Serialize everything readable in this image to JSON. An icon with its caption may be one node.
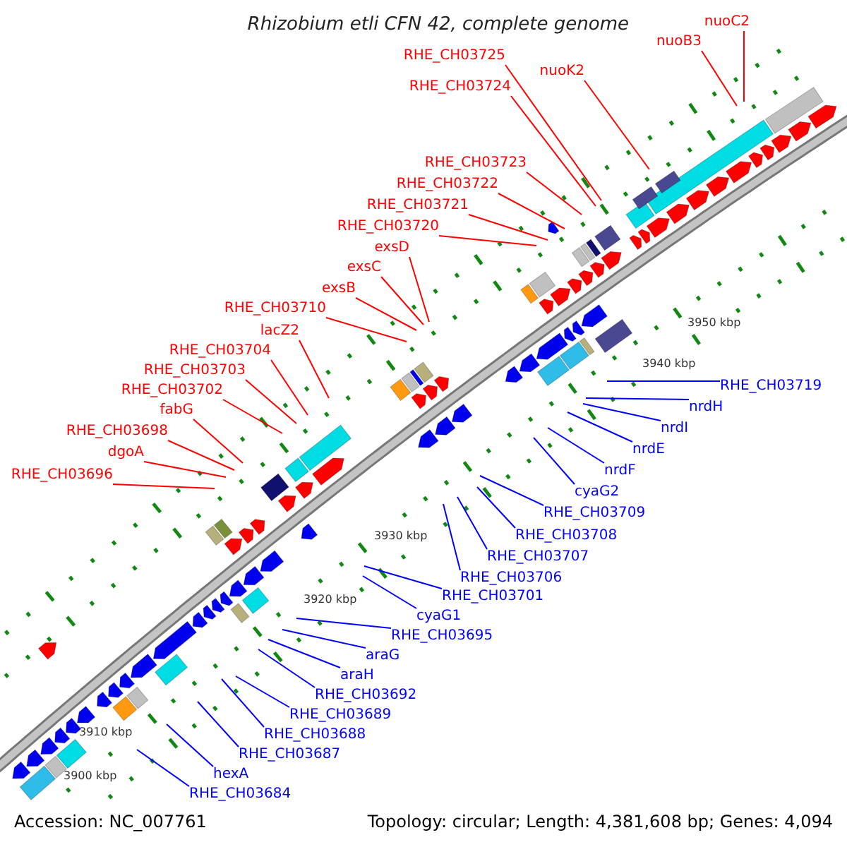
{
  "diagram": {
    "title": "Rhizobium etli CFN 42, complete genome",
    "nodes": [
      {
        "text": [
          "nuoC2"
        ]
      },
      {
        "text": [
          "nuoB3"
        ]
      },
      {
        "text": [
          "RHE_CH03725"
        ]
      },
      {
        "text": [
          "RHE_CH03724"
        ]
      },
      {
        "text": [
          "nuoK2"
        ]
      },
      {
        "text": [
          "RHE_CH03723"
        ]
      },
      {
        "text": [
          "RHE_CH03722"
        ]
      },
      {
        "text": [
          "RHE_CH03721"
        ]
      },
      {
        "text": [
          "RHE_CH03720"
        ]
      },
      {
        "text": [
          "exsD"
        ]
      },
      {
        "text": [
          "exsC"
        ]
      },
      {
        "text": [
          "exsB"
        ]
      },
      {
        "text": [
          "RHE_CH03710"
        ]
      },
      {
        "text": [
          "lacZ2"
        ]
      },
      {
        "text": [
          "RHE_CH03704"
        ]
      },
      {
        "text": [
          "RHE_CH03703"
        ]
      },
      {
        "text": [
          "RHE_CH03702"
        ]
      },
      {
        "text": [
          "fabG"
        ]
      },
      {
        "text": [
          "RHE_CH03698"
        ]
      },
      {
        "text": [
          "dgoA"
        ]
      },
      {
        "text": [
          "RHE_CH03696"
        ]
      },
      {
        "text": [
          "RHE_CH03719"
        ]
      },
      {
        "text": [
          "nrdH"
        ]
      },
      {
        "text": [
          "nrdI"
        ]
      },
      {
        "text": [
          "nrdE"
        ]
      },
      {
        "text": [
          "nrdF"
        ]
      },
      {
        "text": [
          "cyaG2"
        ]
      },
      {
        "text": [
          "RHE_CH03709"
        ]
      },
      {
        "text": [
          "RHE_CH03708"
        ]
      },
      {
        "text": [
          "RHE_CH03707"
        ]
      },
      {
        "text": [
          "RHE_CH03706"
        ]
      },
      {
        "text": [
          "RHE_CH03701"
        ]
      },
      {
        "text": [
          "cyaG1"
        ]
      },
      {
        "text": [
          "RHE_CH03695"
        ]
      },
      {
        "text": [
          "araG"
        ]
      },
      {
        "text": [
          "araH"
        ]
      },
      {
        "text": [
          "RHE_CH03692"
        ]
      },
      {
        "text": [
          "RHE_CH03689"
        ]
      },
      {
        "text": [
          "RHE_CH03687"
        ]
      },
      {
        "text": [
          "RHE_CH03688"
        ]
      },
      {
        "text": [
          "hexA"
        ]
      },
      {
        "text": [
          "RHE_CH03684"
        ]
      }
    ],
    "edges": [
      {
        "from": 0,
        "to": null,
        "arrow": "none"
      },
      {
        "from": 1,
        "to": null,
        "arrow": "none"
      },
      {
        "from": 2,
        "to": null,
        "arrow": "none"
      },
      {
        "from": 3,
        "to": null,
        "arrow": "none"
      },
      {
        "from": 4,
        "to": null,
        "arrow": "none"
      },
      {
        "from": 5,
        "to": null,
        "arrow": "none"
      },
      {
        "from": 6,
        "to": null,
        "arrow": "none"
      },
      {
        "from": 7,
        "to": null,
        "arrow": "none"
      },
      {
        "from": 8,
        "to": null,
        "arrow": "none"
      },
      {
        "from": 9,
        "to": null,
        "arrow": "none"
      },
      {
        "from": 10,
        "to": null,
        "arrow": "none"
      },
      {
        "from": 11,
        "to": null,
        "arrow": "none"
      },
      {
        "from": 12,
        "to": null,
        "arrow": "none"
      },
      {
        "from": 13,
        "to": null,
        "arrow": "none"
      },
      {
        "from": 14,
        "to": null,
        "arrow": "none"
      },
      {
        "from": 15,
        "to": null,
        "arrow": "none"
      },
      {
        "from": 16,
        "to": null,
        "arrow": "none"
      },
      {
        "from": 17,
        "to": null,
        "arrow": "none"
      },
      {
        "from": 18,
        "to": null,
        "arrow": "none"
      },
      {
        "from": 19,
        "to": null,
        "arrow": "none"
      },
      {
        "from": 20,
        "to": null,
        "arrow": "none"
      },
      {
        "from": 21,
        "to": null,
        "arrow": "none",
        "color": "#0000ff"
      },
      {
        "from": 22,
        "to": null,
        "arrow": "none",
        "color": "#0000ff"
      },
      {
        "from": 23,
        "to": null,
        "arrow": "none",
        "color": "#0000ff"
      },
      {
        "from": 24,
        "to": null,
        "arrow": "none",
        "color": "#0000ff"
      },
      {
        "from": 25,
        "to": null,
        "arrow": "none",
        "color": "#0000ff"
      },
      {
        "from": 26,
        "to": null,
        "arrow": "none",
        "color": "#0000ff"
      },
      {
        "from": 27,
        "to": null,
        "arrow": "none",
        "color": "#0000ff"
      },
      {
        "from": 28,
        "to": null,
        "arrow": "none",
        "color": "#0000ff"
      },
      {
        "from": 29,
        "to": null,
        "arrow": "none",
        "color": "#0000ff"
      },
      {
        "from": 30,
        "to": null,
        "arrow": "none",
        "color": "#0000ff"
      },
      {
        "from": 31,
        "to": null,
        "arrow": "none",
        "color": "#0000ff"
      },
      {
        "from": 32,
        "to": null,
        "arrow": "none",
        "color": "#0000ff"
      },
      {
        "from": 33,
        "to": null,
        "arrow": "none",
        "color": "#0000ff"
      },
      {
        "from": 34,
        "to": null,
        "arrow": "none",
        "color": "#0000ff"
      },
      {
        "from": 35,
        "to": null,
        "arrow": "none",
        "color": "#0000ff"
      },
      {
        "from": 36,
        "to": null,
        "arrow": "none",
        "color": "#0000ff"
      },
      {
        "from": 37,
        "to": null,
        "arrow": "none",
        "color": "#0000ff"
      },
      {
        "from": 38,
        "to": null,
        "arrow": "none",
        "color": "#0000ff"
      },
      {
        "from": 39,
        "to": null,
        "arrow": "none",
        "color": "#0000ff"
      },
      {
        "from": 40,
        "to": null,
        "arrow": "none",
        "color": "#0000ff"
      },
      {
        "from": 41,
        "to": null,
        "arrow": "none",
        "color": "#0000ff"
      }
    ],
    "labels": [
      "3950 kbp",
      "3940 kbp",
      "3930 kbp",
      "3920 kbp",
      "3910 kbp",
      "3900 kbp",
      "Accession: NC_007761",
      "Topology: circular; Length: 4,381,608 bp; Genes: 4,094"
    ]
  }
}
